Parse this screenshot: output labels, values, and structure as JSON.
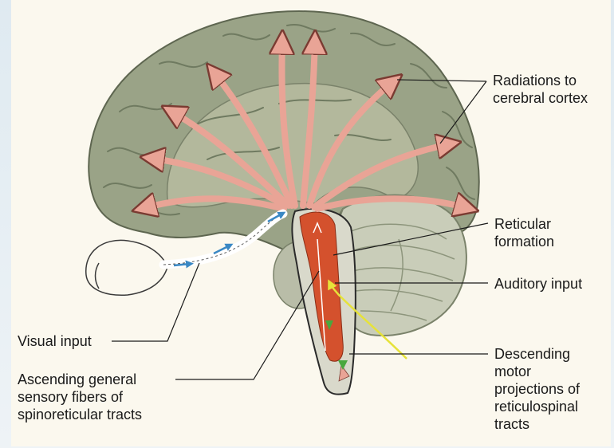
{
  "labels": {
    "radiations": [
      "Radiations to",
      "cerebral cortex"
    ],
    "reticular": [
      "Reticular",
      "formation"
    ],
    "auditory": [
      "Auditory input"
    ],
    "descending": [
      "Descending",
      "motor",
      "projections of",
      "reticulospinal",
      "tracts"
    ],
    "visual": [
      "Visual input"
    ],
    "ascending": [
      "Ascending general",
      "sensory fibers of",
      "spinoreticular tracts"
    ]
  },
  "colors": {
    "background": "#fbf8ee",
    "brain": "#9aa387",
    "brain_fold": "#6f7a60",
    "cerebellum": "#c9cdb9",
    "reticular_formation": "#d4512d",
    "radiation_arrow": "#e9a496",
    "radiation_outline": "#7a3b32",
    "visual_arrow": "#3a88c4",
    "auditory_arrow": "#e6e23a",
    "descending_arrow": "#4aa83e",
    "leader_line": "#1a1a1a"
  }
}
